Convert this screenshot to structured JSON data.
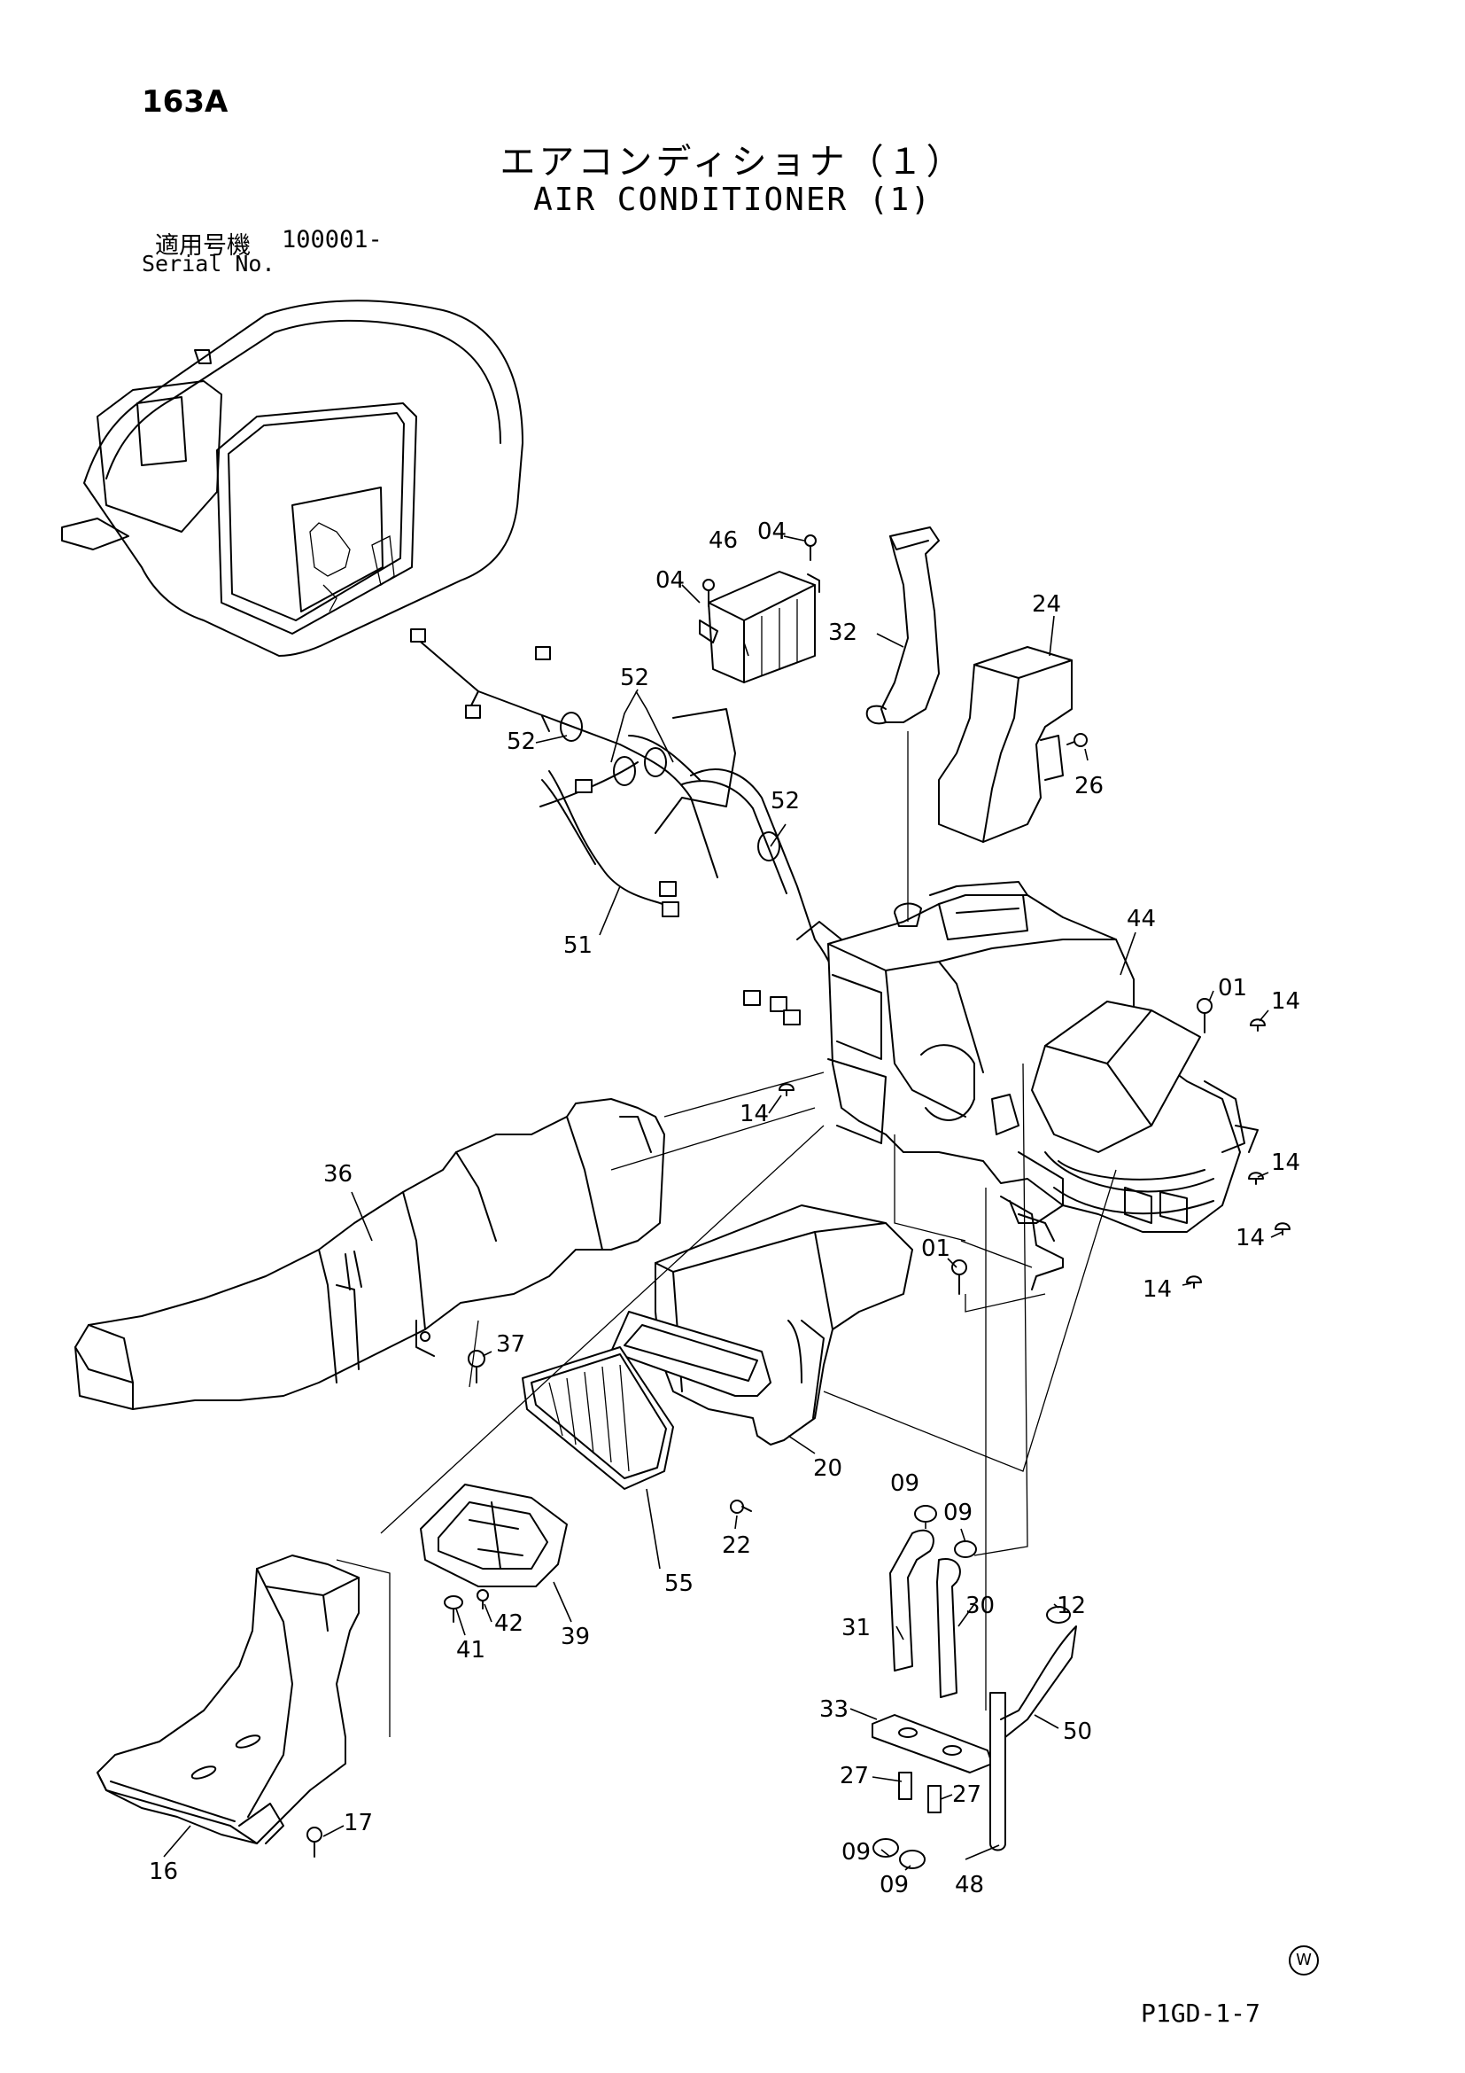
{
  "header": {
    "page_number": "163A",
    "title_jp": "エアコンディショナ（１）",
    "title_en": "AIR CONDITIONER (1)",
    "serial_label_jp": "適用号機",
    "serial_value": "100001-",
    "serial_label_en": "Serial No."
  },
  "footer": {
    "mark": "W",
    "code": "P1GD-1-7"
  },
  "callouts": {
    "c01a": "01",
    "c01b": "01",
    "c04a": "04",
    "c04b": "04",
    "c09a": "09",
    "c09b": "09",
    "c09c": "09",
    "c09d": "09",
    "c12": "12",
    "c14a": "14",
    "c14b": "14",
    "c14c": "14",
    "c14d": "14",
    "c14e": "14",
    "c16": "16",
    "c17": "17",
    "c20": "20",
    "c22": "22",
    "c24": "24",
    "c26": "26",
    "c27a": "27",
    "c27b": "27",
    "c30": "30",
    "c31": "31",
    "c32": "32",
    "c33": "33",
    "c36": "36",
    "c37": "37",
    "c39": "39",
    "c41": "41",
    "c42": "42",
    "c44": "44",
    "c46": "46",
    "c48": "48",
    "c50": "50",
    "c51": "51",
    "c52a": "52",
    "c52b": "52",
    "c52c": "52",
    "c55": "55"
  }
}
